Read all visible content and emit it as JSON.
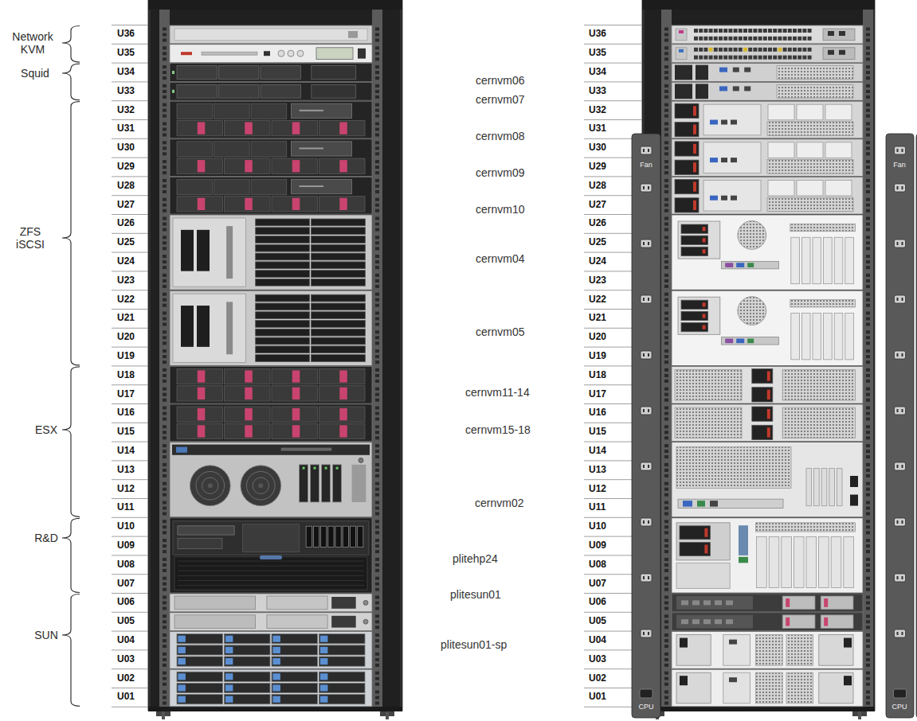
{
  "diagram": {
    "labels": [
      "Network KVM",
      "Squid",
      "ZFS iSCSI",
      "ESX",
      "R&D",
      "SUN",
      "U36",
      "U35",
      "U34",
      "U33",
      "U32",
      "U31",
      "U30",
      "U29",
      "U28",
      "U27",
      "U26",
      "U25",
      "U24",
      "U23",
      "U22",
      "U21",
      "U20",
      "U19",
      "U18",
      "U17",
      "U16",
      "U15",
      "U14",
      "U13",
      "U12",
      "U11",
      "U10",
      "U09",
      "U08",
      "U07",
      "U06",
      "U05",
      "U04",
      "U03",
      "U02",
      "U01",
      "U36",
      "U35",
      "U34",
      "U33",
      "U32",
      "U31",
      "U30",
      "U29",
      "U28",
      "U27",
      "U26",
      "U25",
      "U24",
      "U23",
      "U22",
      "U21",
      "U20",
      "U19",
      "U18",
      "U17",
      "U16",
      "U15",
      "U14",
      "U13",
      "U12",
      "U11",
      "U10",
      "U09",
      "U08",
      "U07",
      "U06",
      "U05",
      "U04",
      "U03",
      "U02",
      "U01",
      "cernvm06",
      "cernvm07",
      "cernvm08",
      "cernvm09",
      "cernvm10",
      "cernvm04",
      "cernvm05",
      "cernvm11-14",
      "cernvm15-18",
      "cernvm02",
      "plitehp24",
      "plitesun01",
      "plitesun01-sp",
      "Fan",
      "Fan",
      "CPU",
      "CPU"
    ]
  }
}
